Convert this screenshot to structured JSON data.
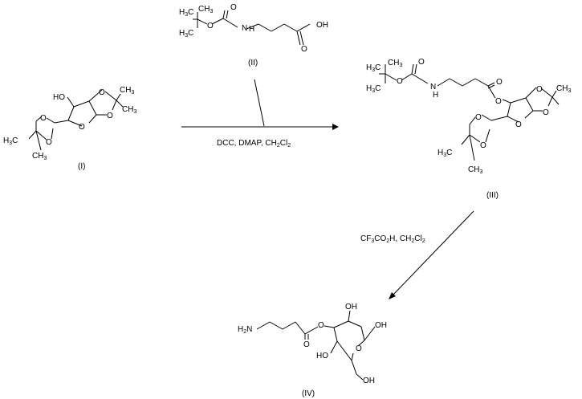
{
  "compounds": {
    "c1": {
      "label": "(I)",
      "atoms": {
        "ho": "HO",
        "o1": "O",
        "o2": "O",
        "o3": "O",
        "o4": "O",
        "o5": "O",
        "ch3a": "CH",
        "ch3a_sub": "3",
        "ch3b": "CH",
        "ch3b_sub": "3",
        "h3ca": "H",
        "h3ca_sub": "3",
        "h3ca_c": "C",
        "ch3c": "CH",
        "ch3c_sub": "3"
      }
    },
    "c2": {
      "label": "(II)",
      "atoms": {
        "o_top": "O",
        "o_ester": "O",
        "n": "N",
        "h": "H",
        "oh": "OH",
        "o_bot": "O",
        "h3c1": "H",
        "h3c1_sub": "3",
        "h3c1_c": "C",
        "ch3": "CH",
        "ch3_sub": "3",
        "h3c2": "H",
        "h3c2_sub": "3",
        "h3c2_c": "C"
      }
    },
    "c3": {
      "label": "(III)",
      "atoms": {
        "o_top": "O",
        "o_ester": "O",
        "n": "N",
        "h": "H",
        "o_carb": "O",
        "o_link": "O",
        "o1": "O",
        "o2": "O",
        "o3": "O",
        "o4": "O",
        "o5": "O",
        "h3c1": "H",
        "h3c1_sub": "3",
        "h3c1_c": "C",
        "ch3": "CH",
        "ch3_sub": "3",
        "h3c2": "H",
        "h3c2_sub": "3",
        "h3c2_c": "C",
        "ch3r": "CH",
        "ch3r_sub": "3",
        "h3c3": "H",
        "h3c3_sub": "3",
        "h3c3_c": "C",
        "ch3d": "CH",
        "ch3d_sub": "3"
      }
    },
    "c4": {
      "label": "(IV)",
      "atoms": {
        "h2n": "H",
        "h2n_sub": "2",
        "h2n_n": "N",
        "o_link": "O",
        "o_carb": "O",
        "oh_top": "OH",
        "oh_right": "OH",
        "ho_left": "HO",
        "o_ring": "O",
        "oh_bottom": "OH"
      }
    }
  },
  "reactions": {
    "step1": {
      "conditions": [
        "DCC, DMAP, CH",
        "2",
        "Cl",
        "2"
      ]
    },
    "step2": {
      "conditions": [
        "CF",
        "3",
        "CO",
        "2",
        "H, CH",
        "2",
        "Cl",
        "2"
      ]
    }
  }
}
